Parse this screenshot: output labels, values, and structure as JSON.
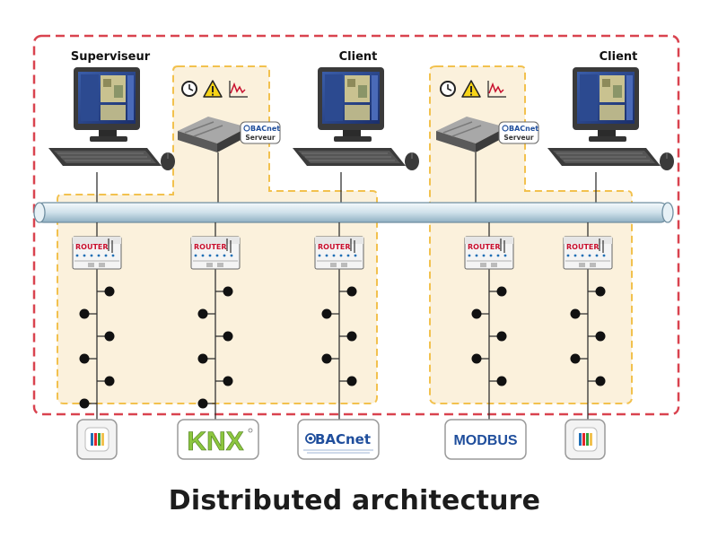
{
  "labels": {
    "superviseur": "Superviseur",
    "client_1": "Client",
    "client_2": "Client"
  },
  "server_badge": {
    "brand": "BACnet",
    "role": "Serveur"
  },
  "router_label": "ROUTER",
  "bottom_protocols": {
    "knx": "KNX",
    "bacnet": "BACnet",
    "modbus": "MODBUS"
  },
  "caption": "Distributed architecture",
  "colors": {
    "outer_border": "#d9434f",
    "zone_border": "#f2c14e",
    "zone_fill": "#fbf1dc",
    "bus": "#cfe1ea",
    "knx_green": "#8cc63f",
    "modbus_blue": "#1f4e9c"
  }
}
